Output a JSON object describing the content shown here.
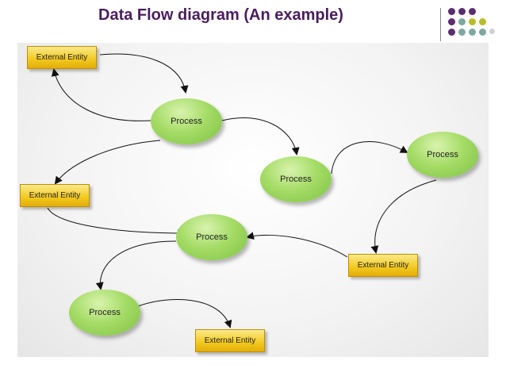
{
  "slide": {
    "title": "Data Flow diagram (An example)"
  },
  "colors": {
    "title": "#4b1c5e",
    "entity_fill": "#f2c81e",
    "process_fill": "#a5dc67",
    "dot_purple": "#5b2c6f",
    "dot_teal": "#7fa7a2",
    "dot_olive": "#b8bc27",
    "dot_gray": "#d0d0d8"
  },
  "diagram": {
    "entities": [
      {
        "label": "External Entity"
      },
      {
        "label": "External Entity"
      },
      {
        "label": "External Entity"
      },
      {
        "label": "External Entity"
      }
    ],
    "processes": [
      {
        "label": "Process"
      },
      {
        "label": "Process"
      },
      {
        "label": "Process"
      },
      {
        "label": "Process"
      },
      {
        "label": "Process"
      }
    ]
  }
}
